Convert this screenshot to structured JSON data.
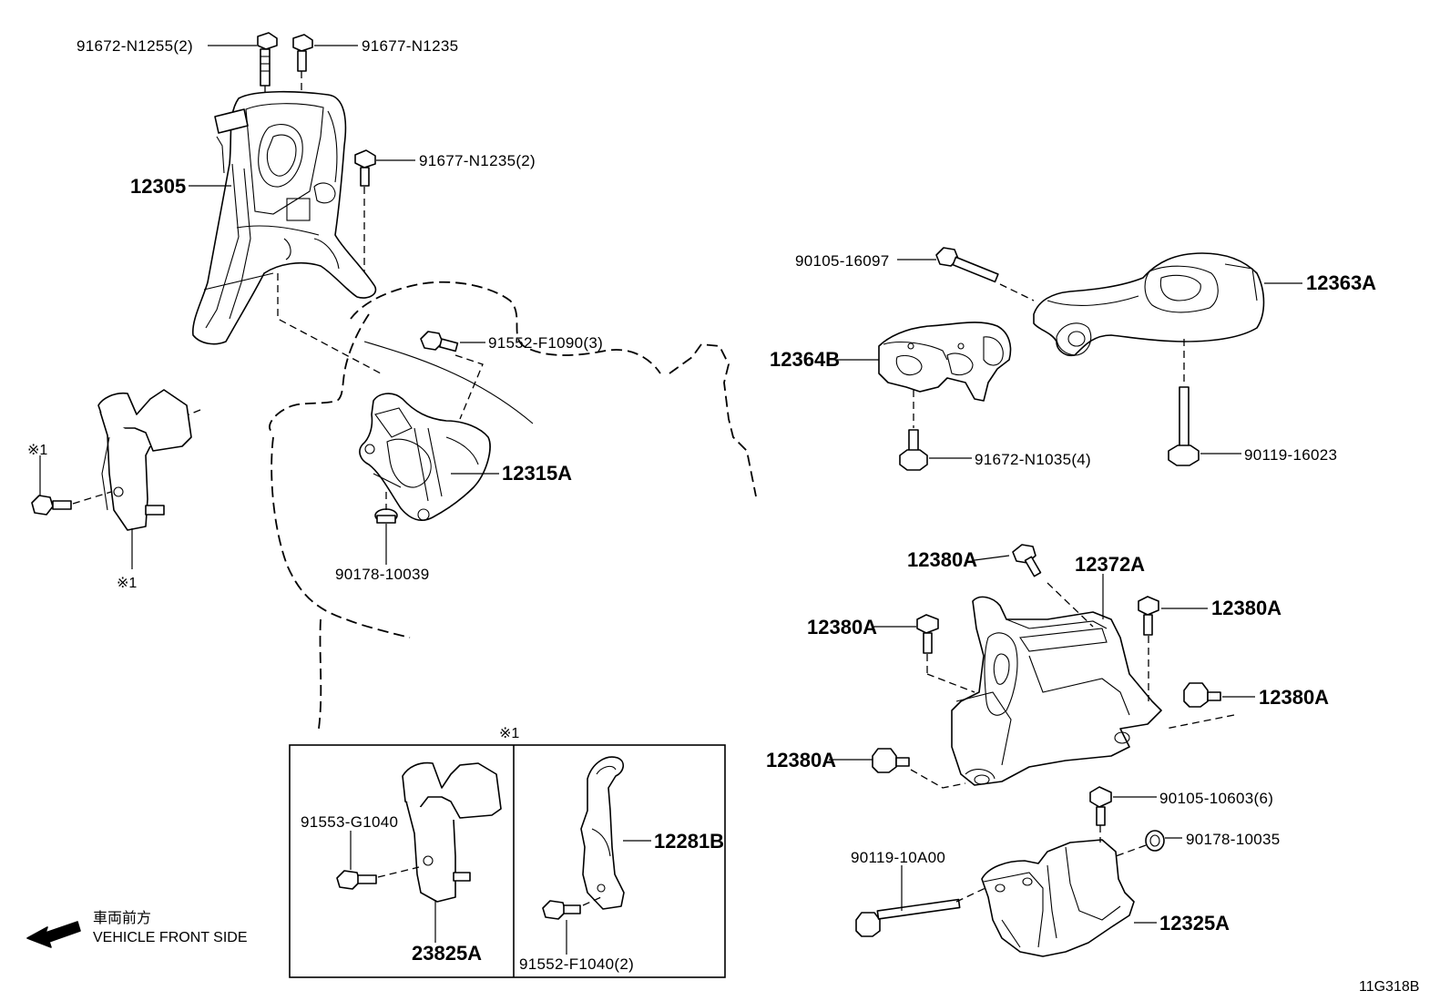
{
  "labels": {
    "p_91672_n1255": "91672-N1255(2)",
    "p_91677_n1235": "91677-N1235",
    "p_91677_n1235_2": "91677-N1235(2)",
    "p_12305": "12305",
    "p_91552_f1090": "91552-F1090(3)",
    "p_12315a": "12315A",
    "p_90178_10039": "90178-10039",
    "p_ref1_a": "※1",
    "p_ref1_b": "※1",
    "p_90105_16097": "90105-16097",
    "p_12363a": "12363A",
    "p_12364b": "12364B",
    "p_91672_n1035": "91672-N1035(4)",
    "p_90119_16023": "90119-16023",
    "p_12380a_1": "12380A",
    "p_12372a": "12372A",
    "p_12380a_2": "12380A",
    "p_12380a_3": "12380A",
    "p_12380a_4": "12380A",
    "p_12380a_5": "12380A",
    "p_90105_10603": "90105-10603(6)",
    "p_90178_10035": "90178-10035",
    "p_90119_10a00": "90119-10A00",
    "p_12325a": "12325A",
    "inset_ref": "※1",
    "p_91553_g1040": "91553-G1040",
    "p_23825a": "23825A",
    "p_12281b": "12281B",
    "p_91552_f1040": "91552-F1040(2)",
    "direction_jp": "車両前方",
    "direction_en": "VEHICLE FRONT SIDE",
    "diagram_code": "11G318B"
  }
}
